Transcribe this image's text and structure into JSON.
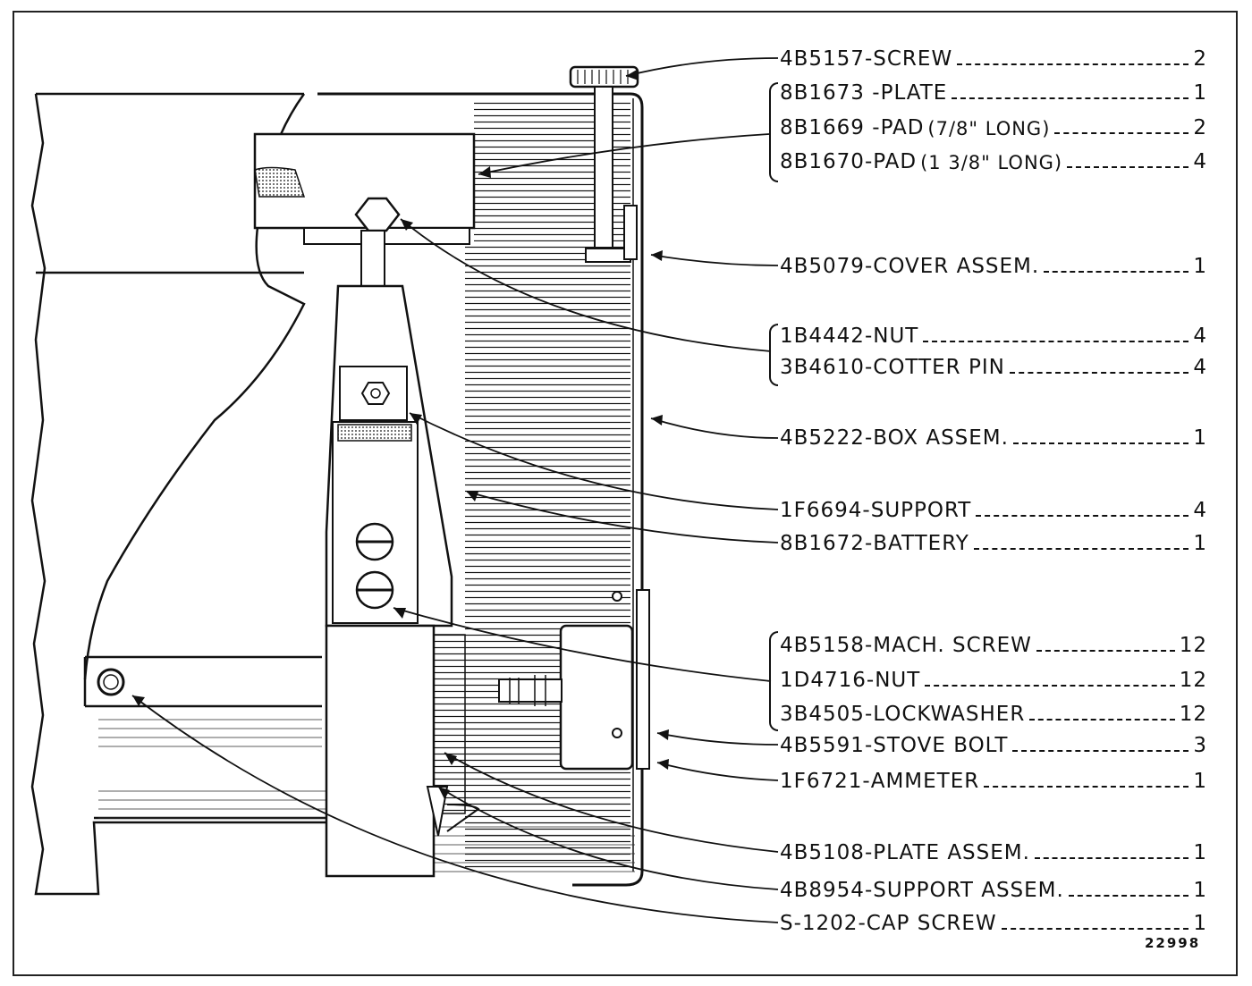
{
  "parts": [
    {
      "id": "screw",
      "number": "4B5157",
      "name": "SCREW",
      "qty": "2"
    },
    {
      "id": "plate",
      "number": "8B1673",
      "name": "PLATE",
      "qty": "1"
    },
    {
      "id": "pad-short",
      "number": "8B1669",
      "name": "PAD",
      "annotation": "(7/8\" LONG)",
      "qty": "2"
    },
    {
      "id": "pad-long",
      "number": "8B1670",
      "name": "PAD",
      "annotation": "(1 3/8\" LONG)",
      "qty": "4"
    },
    {
      "id": "cover",
      "number": "4B5079",
      "name": "COVER ASSEM.",
      "qty": "1"
    },
    {
      "id": "nut",
      "number": "1B4442",
      "name": "NUT",
      "qty": "4"
    },
    {
      "id": "cotter-pin",
      "number": "3B4610",
      "name": "COTTER PIN",
      "qty": "4"
    },
    {
      "id": "box",
      "number": "4B5222",
      "name": "BOX ASSEM.",
      "qty": "1"
    },
    {
      "id": "support",
      "number": "1F6694",
      "name": "SUPPORT",
      "qty": "4"
    },
    {
      "id": "battery",
      "number": "8B1672",
      "name": "BATTERY",
      "qty": "1"
    },
    {
      "id": "mach-screw",
      "number": "4B5158",
      "name": "MACH. SCREW",
      "qty": "12"
    },
    {
      "id": "nut-2",
      "number": "1D4716",
      "name": "NUT",
      "qty": "12"
    },
    {
      "id": "lockwasher",
      "number": "3B4505",
      "name": "LOCKWASHER",
      "qty": "12"
    },
    {
      "id": "stove-bolt",
      "number": "4B5591",
      "name": "STOVE BOLT",
      "qty": "3"
    },
    {
      "id": "ammeter",
      "number": "1F6721",
      "name": "AMMETER",
      "qty": "1"
    },
    {
      "id": "plate-assem",
      "number": "4B5108",
      "name": "PLATE ASSEM.",
      "qty": "1"
    },
    {
      "id": "support-assem",
      "number": "4B8954",
      "name": "SUPPORT ASSEM.",
      "qty": "1"
    },
    {
      "id": "cap-screw",
      "number": "S-1202",
      "name": "CAP SCREW",
      "qty": "1"
    }
  ],
  "drawing_number": "22998"
}
